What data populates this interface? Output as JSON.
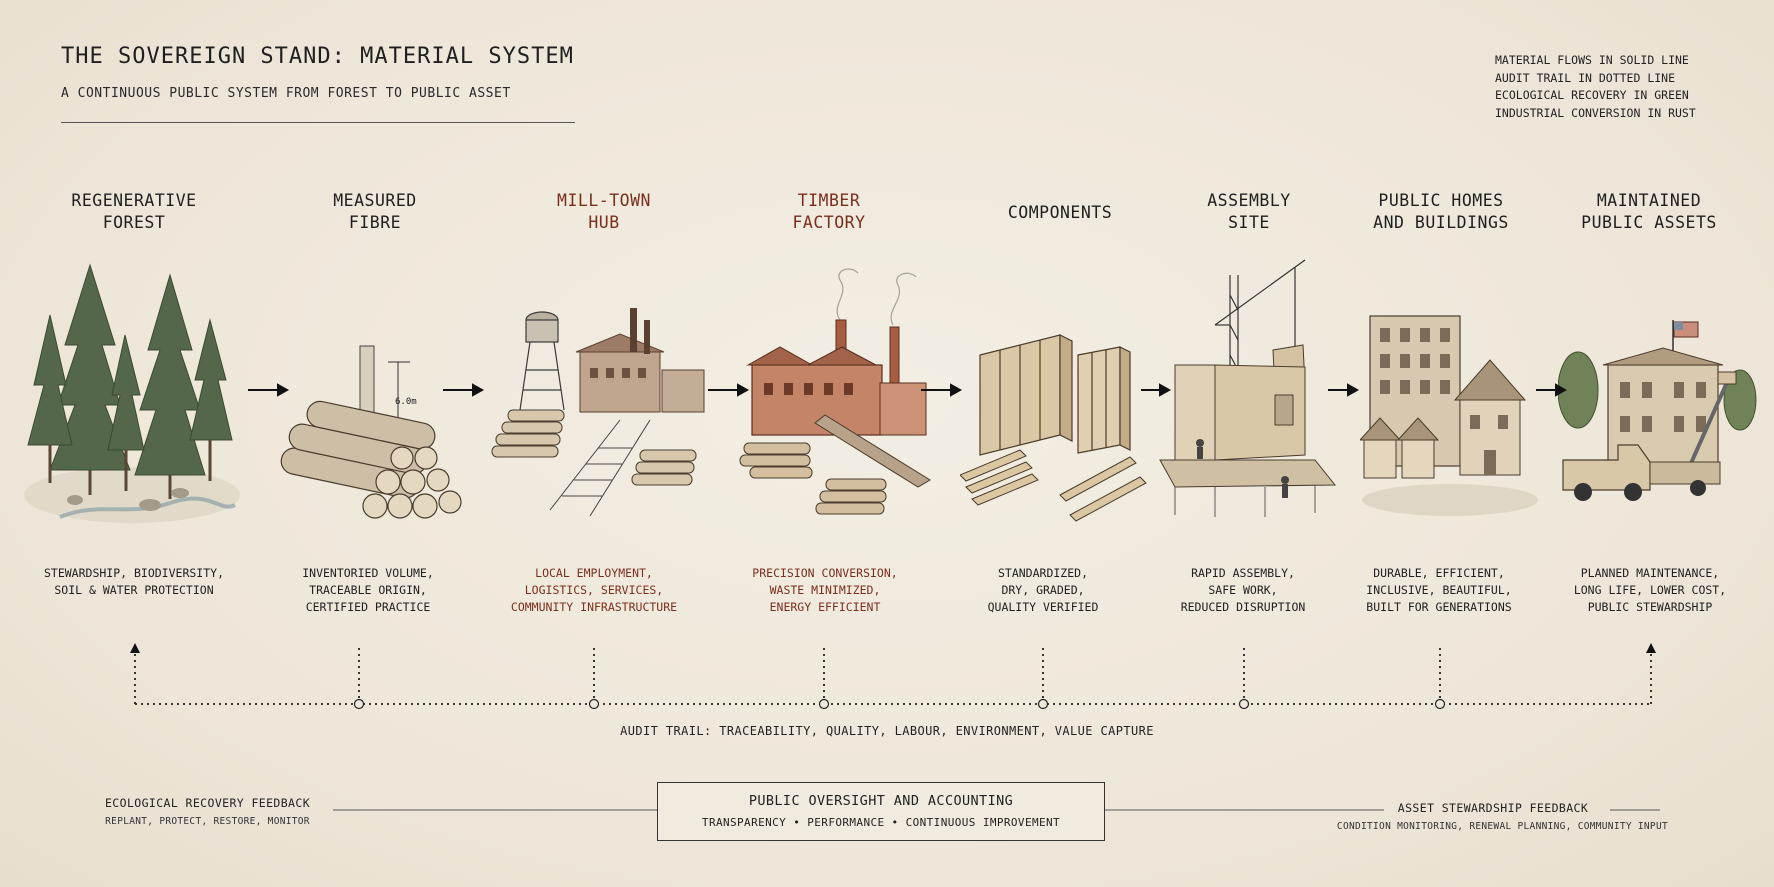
{
  "header": {
    "title": "THE SOVEREIGN STAND: MATERIAL SYSTEM",
    "subtitle": "A CONTINUOUS PUBLIC SYSTEM FROM FOREST TO PUBLIC ASSET"
  },
  "legend": [
    "MATERIAL FLOWS IN SOLID LINE",
    "AUDIT TRAIL IN DOTTED LINE",
    "ECOLOGICAL RECOVERY IN GREEN",
    "INDUSTRIAL CONVERSION IN RUST"
  ],
  "stages": [
    {
      "title": [
        "REGENERATIVE",
        "FOREST"
      ],
      "accent": "dark",
      "desc": [
        "STEWARDSHIP, BIODIVERSITY,",
        "SOIL & WATER PROTECTION"
      ],
      "icon": "forest-icon"
    },
    {
      "title": [
        "MEASURED",
        "FIBRE"
      ],
      "accent": "dark",
      "desc": [
        "INVENTORIED VOLUME,",
        "TRACEABLE ORIGIN,",
        "CERTIFIED PRACTICE"
      ],
      "icon": "log-pile-icon",
      "measure": "6.0m"
    },
    {
      "title": [
        "MILL-TOWN",
        "HUB"
      ],
      "accent": "rust",
      "desc": [
        "LOCAL EMPLOYMENT,",
        "LOGISTICS, SERVICES,",
        "COMMUNITY INFRASTRUCTURE"
      ],
      "icon": "mill-town-icon"
    },
    {
      "title": [
        "TIMBER",
        "FACTORY"
      ],
      "accent": "rust",
      "desc": [
        "PRECISION CONVERSION,",
        "WASTE MINIMIZED,",
        "ENERGY EFFICIENT"
      ],
      "icon": "factory-icon"
    },
    {
      "title": [
        "COMPONENTS"
      ],
      "accent": "dark",
      "desc": [
        "STANDARDIZED,",
        "DRY, GRADED,",
        "QUALITY VERIFIED"
      ],
      "icon": "timber-panels-icon"
    },
    {
      "title": [
        "ASSEMBLY",
        "SITE"
      ],
      "accent": "dark",
      "desc": [
        "RAPID ASSEMBLY,",
        "SAFE WORK,",
        "REDUCED DISRUPTION"
      ],
      "icon": "crane-icon"
    },
    {
      "title": [
        "PUBLIC HOMES",
        "AND BUILDINGS"
      ],
      "accent": "dark",
      "desc": [
        "DURABLE, EFFICIENT,",
        "INCLUSIVE, BEAUTIFUL,",
        "BUILT FOR GENERATIONS"
      ],
      "icon": "buildings-icon"
    },
    {
      "title": [
        "MAINTAINED",
        "PUBLIC ASSETS"
      ],
      "accent": "dark",
      "desc": [
        "PLANNED MAINTENANCE,",
        "LONG LIFE, LOWER COST,",
        "PUBLIC STEWARDSHIP"
      ],
      "icon": "public-building-icon"
    }
  ],
  "audit_trail": "AUDIT TRAIL: TRACEABILITY, QUALITY, LABOUR, ENVIRONMENT, VALUE CAPTURE",
  "feedback_left": {
    "title": "ECOLOGICAL RECOVERY FEEDBACK",
    "sub": "REPLANT, PROTECT, RESTORE, MONITOR"
  },
  "feedback_right": {
    "title": "ASSET STEWARDSHIP FEEDBACK",
    "sub": "CONDITION MONITORING, RENEWAL PLANNING, COMMUNITY INPUT"
  },
  "oversight": {
    "title": "PUBLIC OVERSIGHT AND ACCOUNTING",
    "sub": "TRANSPARENCY • PERFORMANCE • CONTINUOUS IMPROVEMENT"
  },
  "colors": {
    "ink": "#222222",
    "rust": "#7a2e1e",
    "green": "#5d6f4a",
    "paper": "#efe9dd"
  }
}
